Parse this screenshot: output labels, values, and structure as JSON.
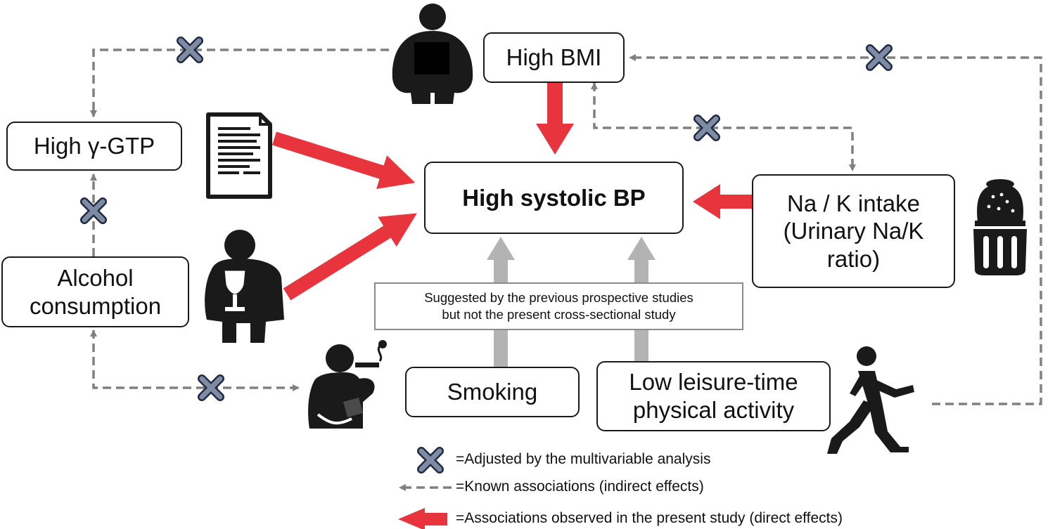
{
  "nodes": {
    "high_bmi": "High BMI",
    "high_gtp": "High γ-GTP",
    "high_sbp": "High systolic BP",
    "na_k": [
      "Na / K intake",
      "(Urinary Na/K",
      "ratio)"
    ],
    "alcohol": [
      "Alcohol",
      "consumption"
    ],
    "smoking": "Smoking",
    "low_leisure": [
      "Low leisure-time",
      "physical activity"
    ]
  },
  "note": [
    "Suggested by the previous prospective studies",
    "but not the present cross-sectional study"
  ],
  "legend": {
    "adjusted": "=Adjusted by the multivariable analysis",
    "known": "=Known associations (indirect effects)",
    "observed": "=Associations observed in the present study (direct effects)"
  },
  "colors": {
    "direct_arrow": "#e8343d",
    "indirect_arrow": "#808080",
    "suggested_arrow": "#b3b3b3",
    "cross_fill": "#7f8aa3",
    "cross_edge": "#1f2a44"
  },
  "icons": [
    "obese-person-icon",
    "document-icon",
    "wine-drinker-icon",
    "salt-shaker-icon",
    "smoker-icon",
    "walking-person-icon",
    "cross-mark-icon"
  ]
}
